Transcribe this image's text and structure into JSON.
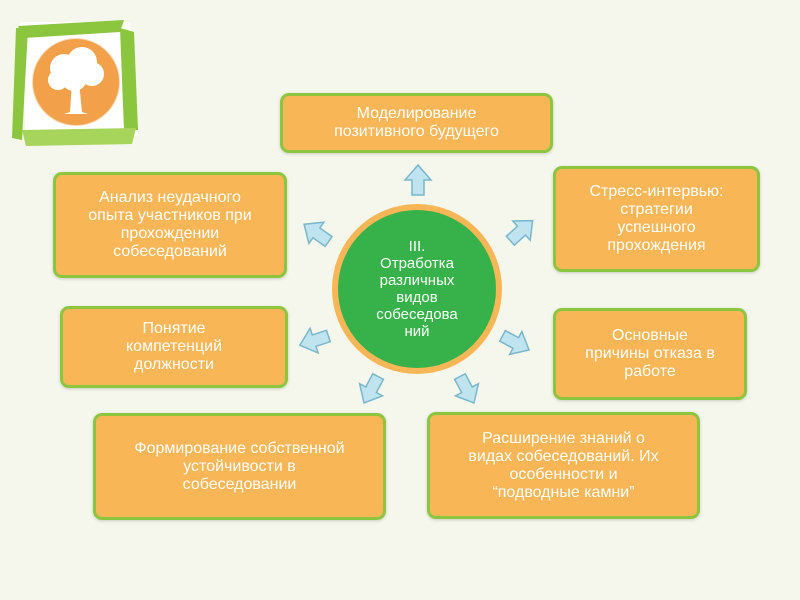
{
  "center": {
    "text": "III.\nОтработка\nразличных\nвидов\nсобеседова\nний"
  },
  "boxes": {
    "modeling": "Моделирование\nпозитивного будущего",
    "stress": "Стресс-интервью:\nстратегии\nуспешного\nпрохождения",
    "reasons": "Основные\nпричины отказа в\nработе",
    "knowledge": "Расширение знаний о\nвидах собеседований. Их\nособенности и\n“подводные камни”",
    "stability": "Формирование собственной\nустойчивости в\nсобеседовании",
    "competence": "Понятие\nкомпетенций\nдолжности",
    "analysis": "Анализ неудачного\nопыта участников при\nпрохождении\nсобеседований"
  },
  "colors": {
    "box_fill": "#f9b657",
    "box_border": "#8cc63f",
    "circle_fill": "#37b149",
    "arrow_fill": "#bfe3ef",
    "arrow_stroke": "#79b7cc",
    "logo_orange": "#f2a04a",
    "logo_green": "#8cc63f"
  },
  "icons": {
    "logo": "tree-logo-icon",
    "arrow": "block-arrow-icon"
  }
}
